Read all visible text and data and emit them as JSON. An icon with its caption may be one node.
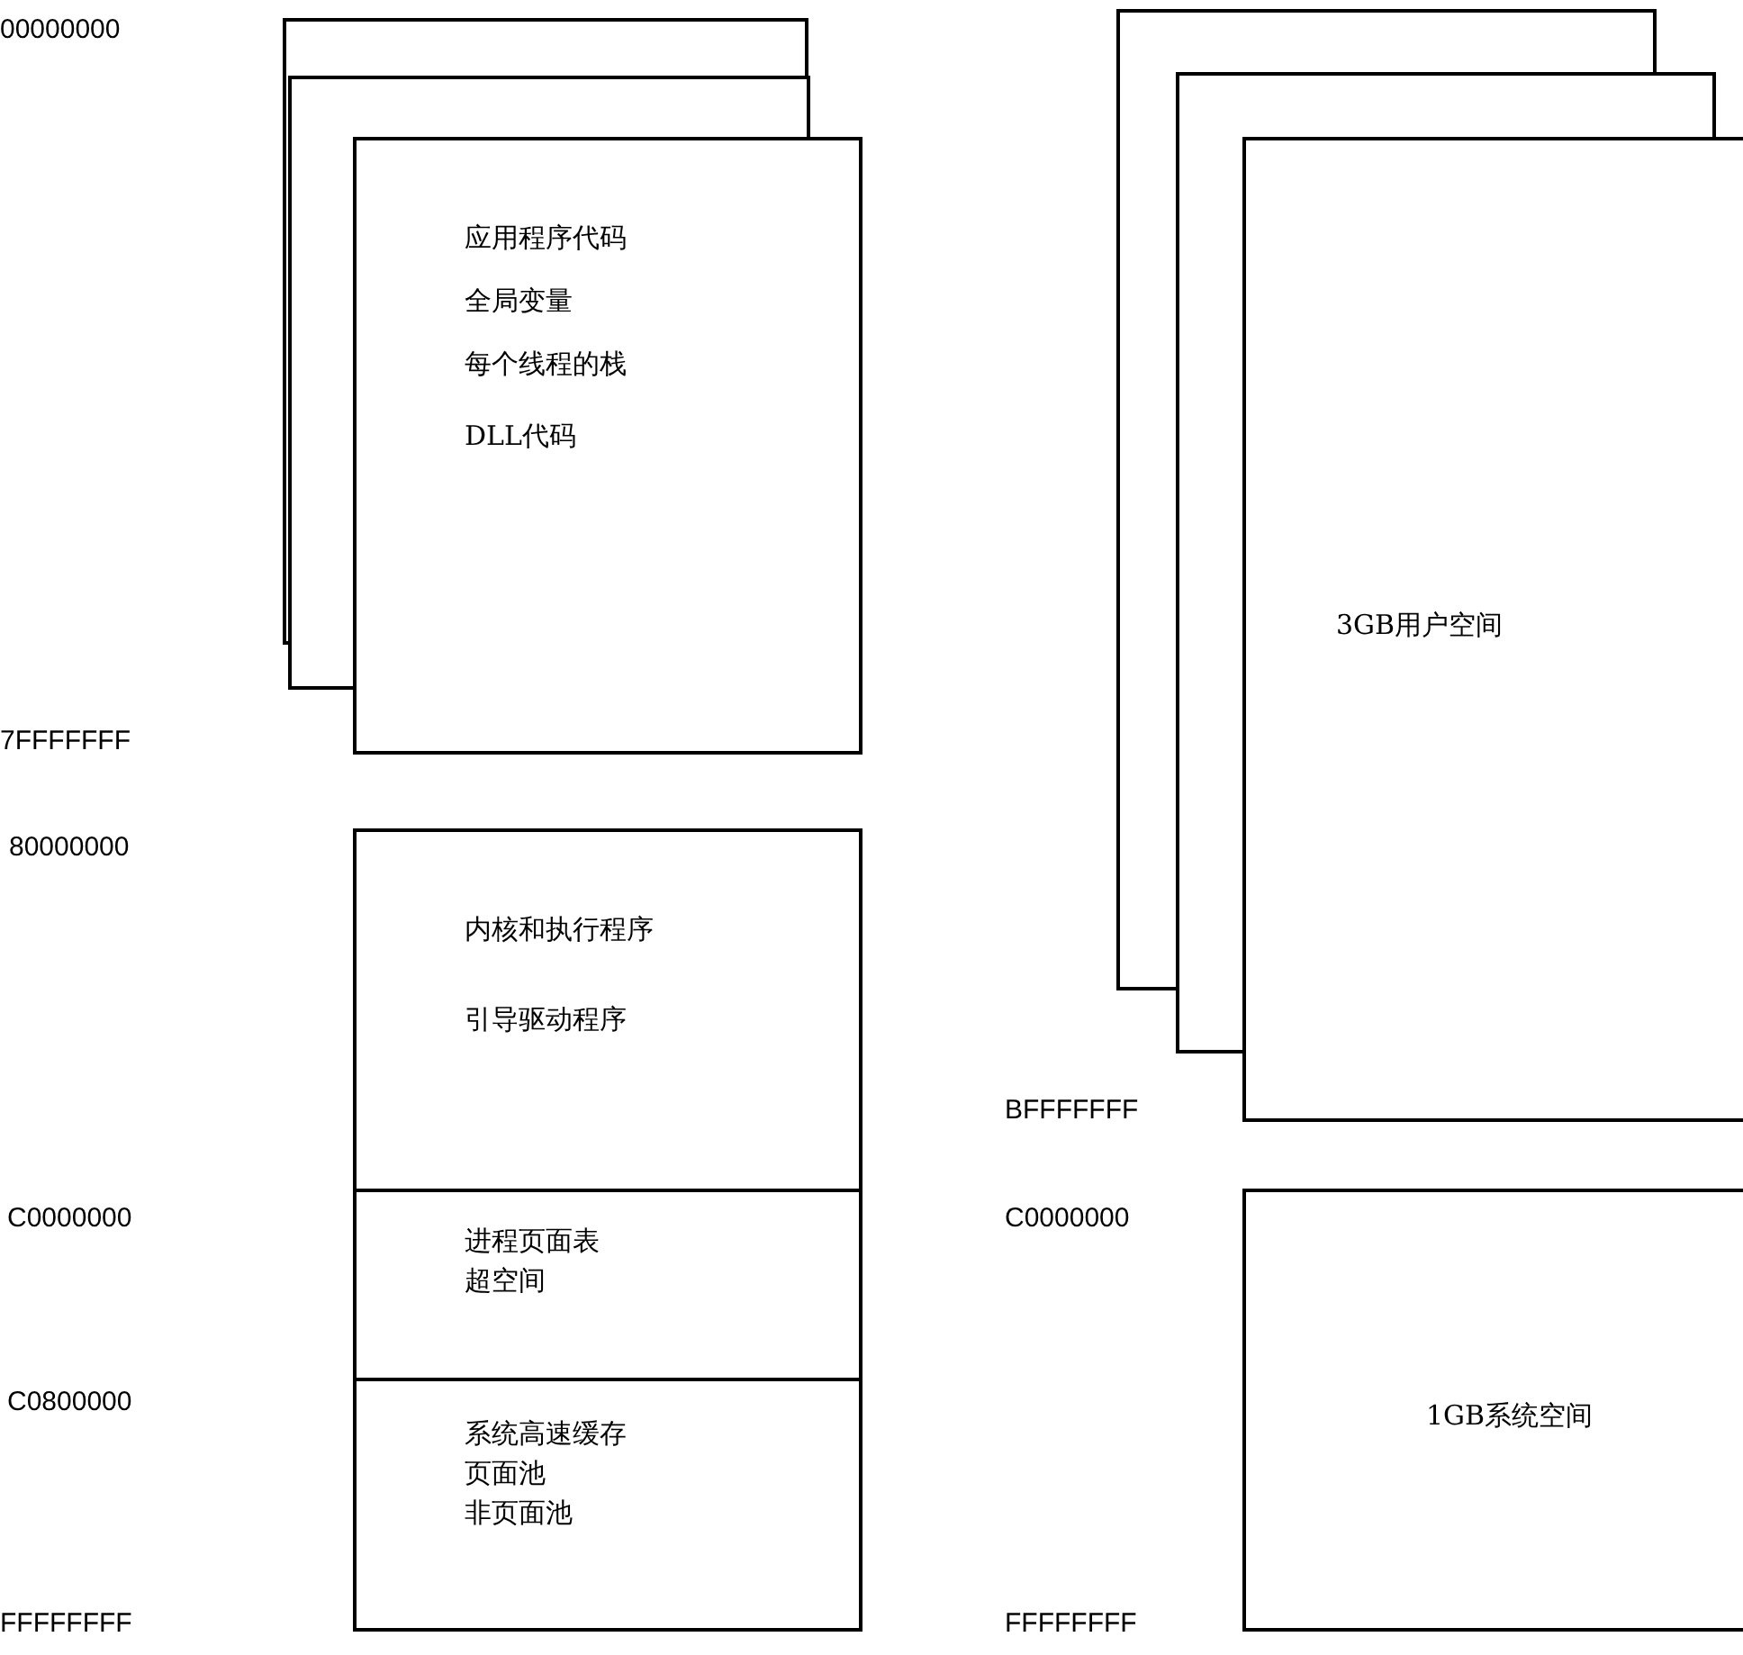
{
  "diagram": {
    "nodes": [
      {
        "text": [],
        "shape": "box"
      },
      {
        "text": [],
        "shape": "box"
      },
      {
        "text": [
          "应用程序代码",
          "全局变量",
          "每个线程的栈",
          "DLL代码"
        ]
      },
      {
        "text": [
          "内核和执行程序",
          "引导驱动程序"
        ]
      },
      {
        "text": [
          "进程页面表",
          "超空间"
        ]
      },
      {
        "text": [
          "系统高速缓存",
          "页面池",
          "非页面池"
        ]
      },
      {
        "text": [],
        "shape": "box"
      },
      {
        "text": [],
        "shape": "box"
      },
      {
        "text": [
          "3GB用户空间"
        ]
      },
      {
        "text": [
          "1GB系统空间"
        ]
      }
    ],
    "labels": [
      "00000000",
      "7FFFFFFF",
      "80000000",
      "C0000000",
      "C0800000",
      "FFFFFFFF",
      "BFFFFFFF",
      "C0000000",
      "FFFFFFFF"
    ]
  }
}
